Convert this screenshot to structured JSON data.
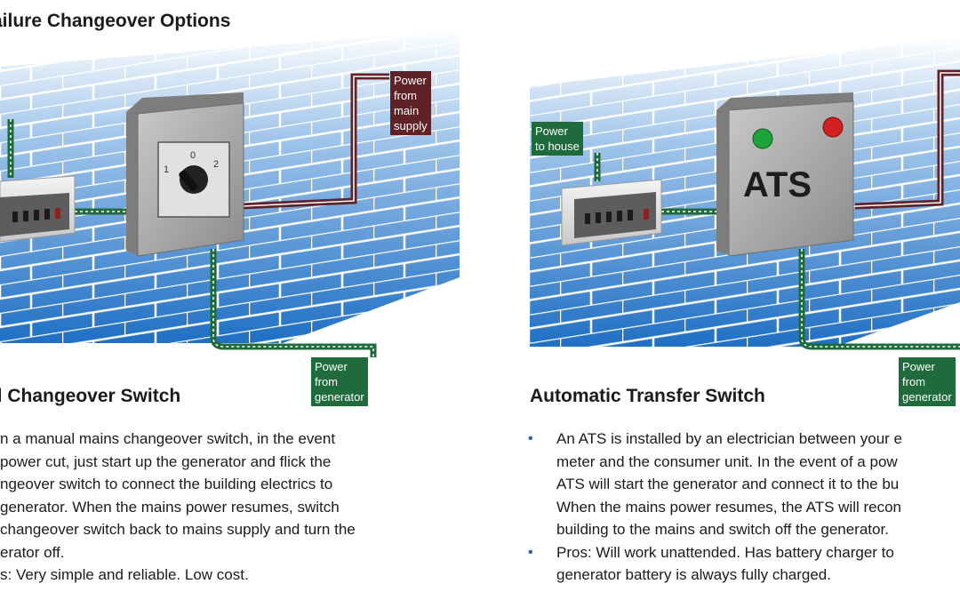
{
  "titles": {
    "top": "ailure Changeover Options",
    "left": "al Changeover Switch",
    "right": "Automatic Transfer Switch"
  },
  "labels": {
    "main_supply": [
      "Power",
      "from",
      "main",
      "supply"
    ],
    "generator_left": [
      "Power",
      "from",
      "generator"
    ],
    "house": [
      "Power",
      "to house"
    ],
    "generator_right": [
      "Power",
      "from",
      "generator"
    ]
  },
  "switch_positions": [
    "1",
    "0",
    "2"
  ],
  "ats_label": "ATS",
  "left_bullets": [
    "n a manual mains changeover switch, in the event",
    "power cut, just start up the generator and flick the",
    "ngeover switch to connect the building electrics to",
    "generator. When the mains power resumes, switch",
    "changeover switch back to mains supply and turn the",
    "erator off.",
    "s: Very simple and reliable. Low cost."
  ],
  "right_bullets": [
    {
      "bullet": "•",
      "lines": [
        "An ATS is installed by an electrician between your e",
        "meter and the consumer unit. In the event of a pow",
        "ATS will start the generator and connect it to the bu",
        "When the mains power resumes, the ATS will recon",
        "building to the mains and switch off the generator."
      ]
    },
    {
      "bullet": "•",
      "lines": [
        "Pros: Will work unattended. Has battery charger to",
        "generator battery is always fully charged."
      ]
    }
  ],
  "colors": {
    "wall_top": "#ffffff",
    "wall_bottom": "#1f6fc4",
    "mains_cable": "#5e2227",
    "generator_cable": "#1f6b3c",
    "indicator_green": "#1ea33a",
    "indicator_red": "#d21f1f",
    "bullet": "#2a5aa6"
  }
}
